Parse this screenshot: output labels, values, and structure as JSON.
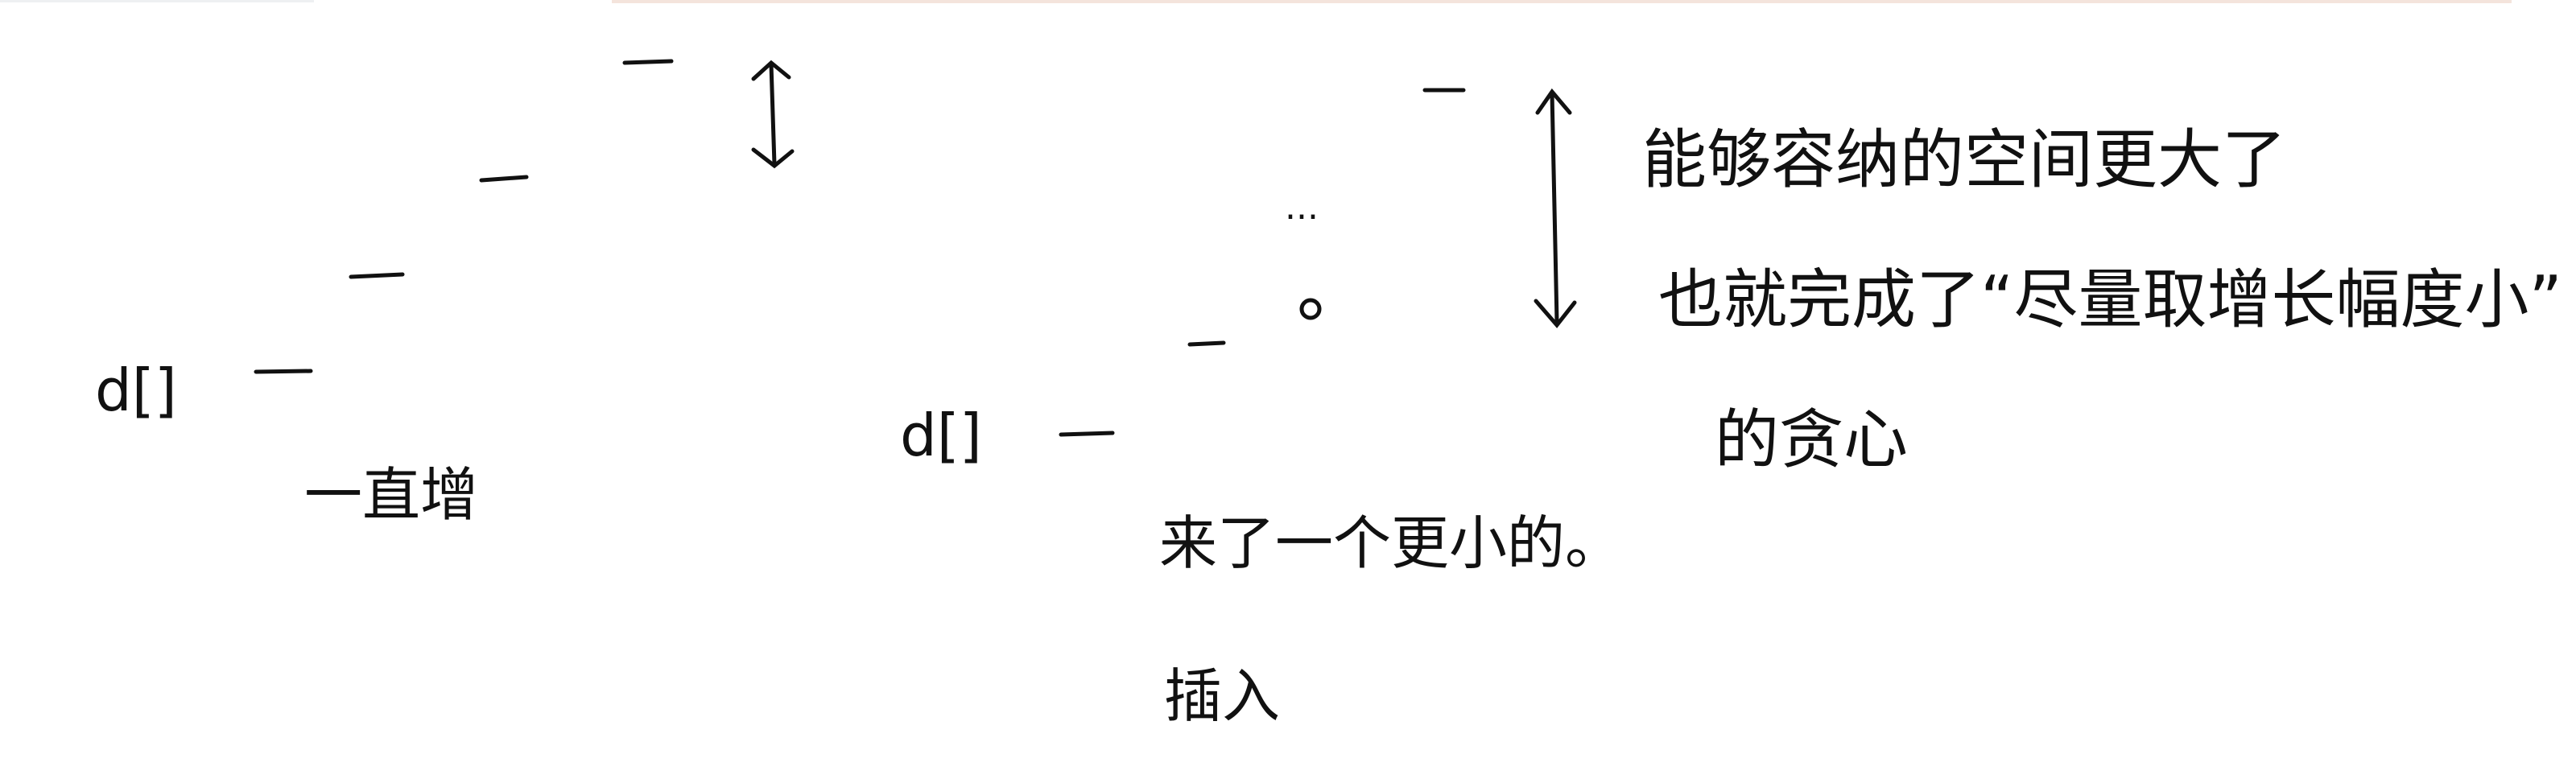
{
  "left_diagram": {
    "array_label": "d[]",
    "caption": "一直增"
  },
  "right_diagram": {
    "array_label": "d[]",
    "ellipsis": "...",
    "new_point": "o",
    "note_small": "来了一个更小的。",
    "note_insert": "插入"
  },
  "annotation": {
    "line1": "能够容纳的空间更大了",
    "line2": "也就完成了“尽量取增长幅度小”",
    "line3": "的贪心"
  }
}
